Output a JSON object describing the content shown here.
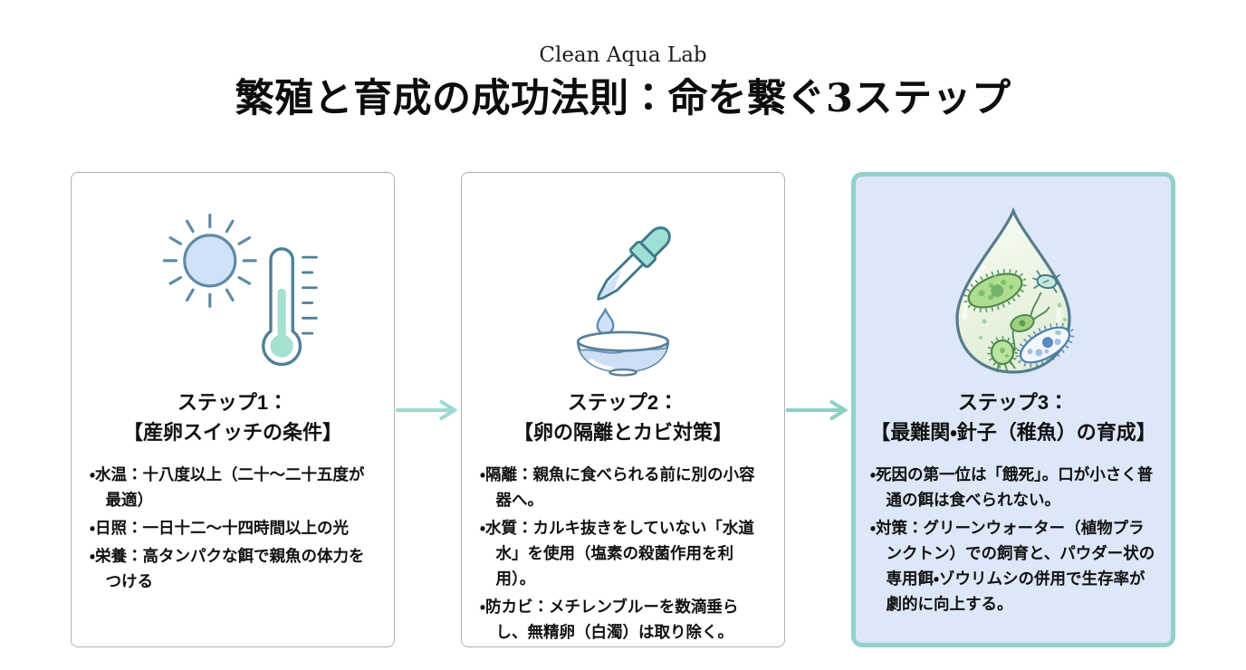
{
  "brand": "Clean Aqua Lab",
  "title": "繁殖と育成の成功法則：命を繋ぐ3ステップ",
  "colors": {
    "accent": "#92d2cb",
    "card3bg": "#dce7f7",
    "arrow": "#9ed8d1",
    "cardborder": "#b0b0b0",
    "ink": "#111111",
    "iconline": "#5f8aa6"
  },
  "steps": [
    {
      "icon": "sun-thermometer-icon",
      "heading_line1": "ステップ1：",
      "heading_line2": "【産卵スイッチの条件】",
      "highlighted": false,
      "bullets": [
        "・水温：十八度以上（二十～二十五度が最適）",
        "・日照：一日十二～十四時間以上の光",
        "・栄養：高タンパクな餌で親魚の体力をつける"
      ]
    },
    {
      "icon": "dropper-bowl-icon",
      "heading_line1": "ステップ2：",
      "heading_line2": "【卵の隔離とカビ対策】",
      "highlighted": false,
      "bullets": [
        "・隔離：親魚に食べられる前に別の小容器へ。",
        "・水質：カルキ抜きをしていない「水道水」を使用（塩素の殺菌作用を利用）。",
        "・防カビ：メチレンブルーを数滴垂らし、無精卵（白濁）は取り除く。"
      ]
    },
    {
      "icon": "water-drop-microbes-icon",
      "heading_line1": "ステップ3：",
      "heading_line2": "【最難関・針子（稚魚）の育成】",
      "highlighted": true,
      "bullets": [
        "・死因の第一位は「餓死」。口が小さく普通の餌は食べられない。",
        "・対策：グリーンウォーター（植物プランクトン）での飼育と、パウダー状の専用餌・ゾウリムシの併用で生存率が劇的に向上する。"
      ]
    }
  ]
}
